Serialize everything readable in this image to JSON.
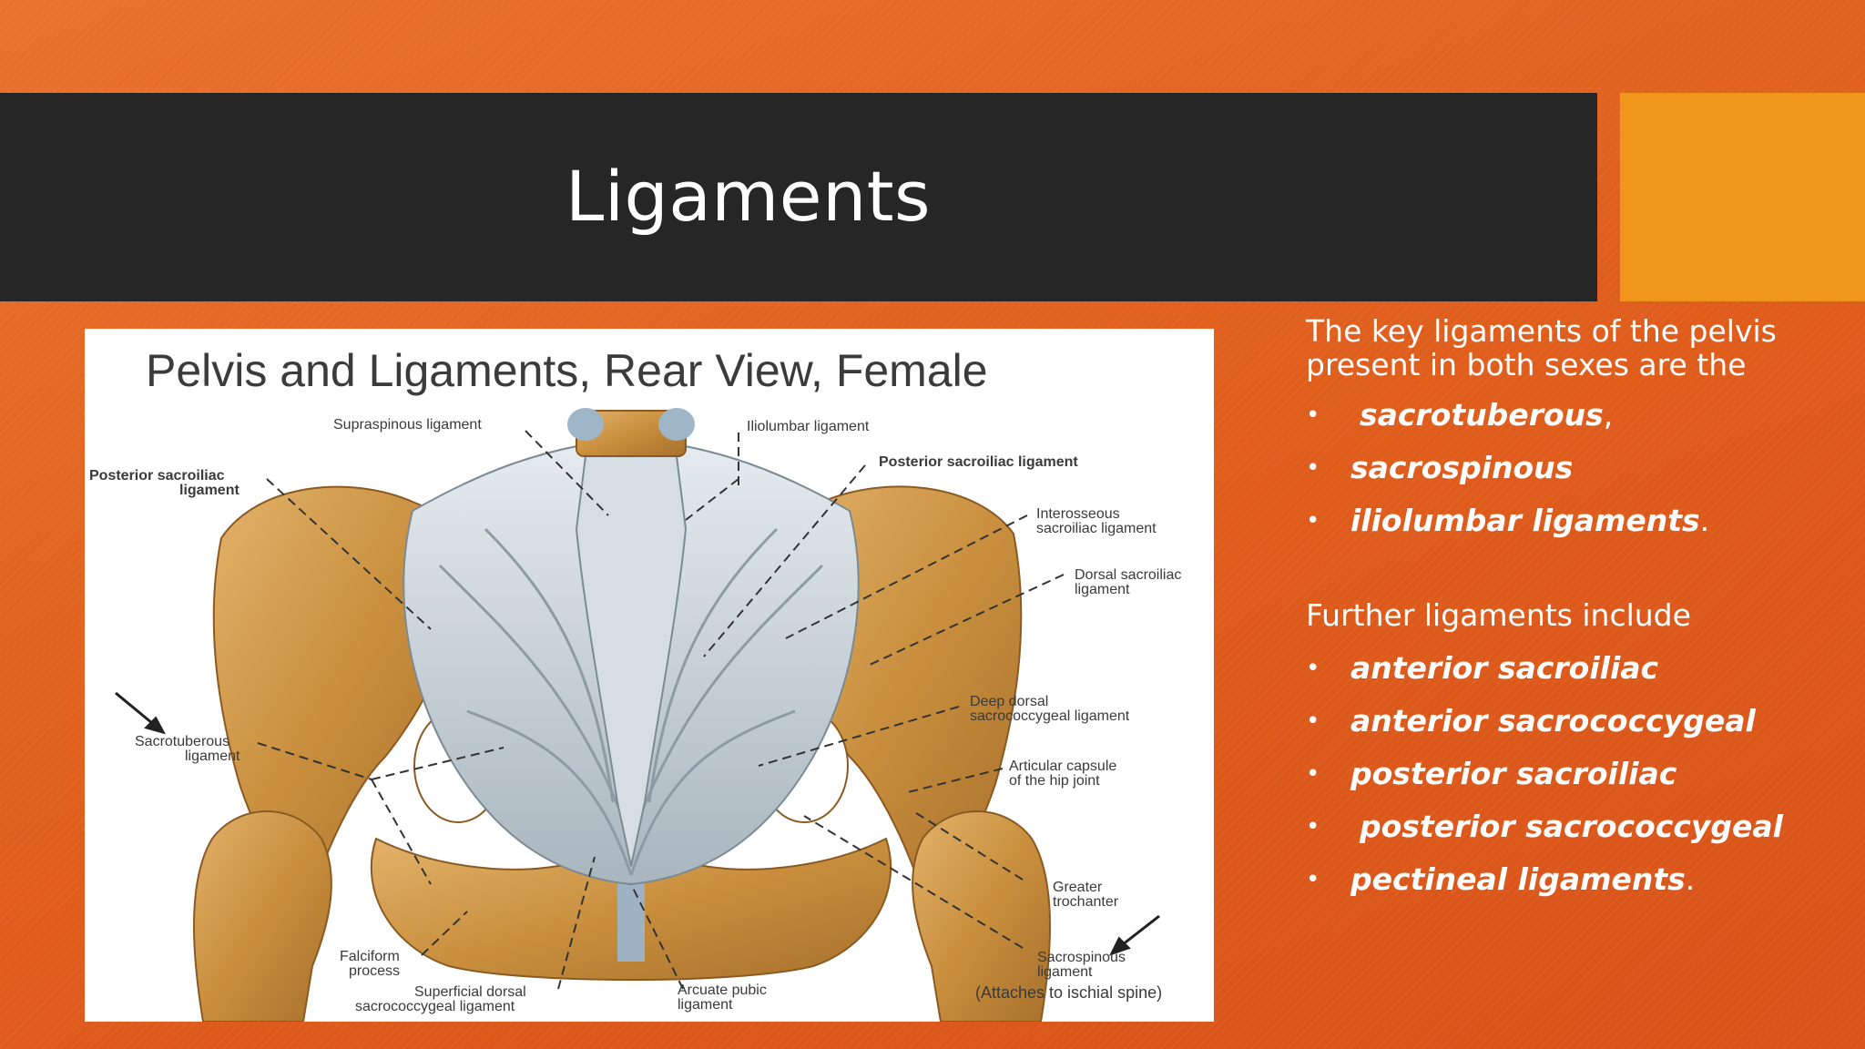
{
  "slide": {
    "title": "Ligaments",
    "colors": {
      "background": "#e0601d",
      "title_bar": "#262626",
      "accent_box": "#f0961a",
      "text": "#ffffff"
    }
  },
  "figure": {
    "title": "Pelvis and Ligaments, Rear View, Female",
    "labels": {
      "supraspinous": "Supraspinous ligament",
      "iliolumbar": "Iliolumbar ligament",
      "post_sacroiliac_left_1": "Posterior sacroiliac",
      "post_sacroiliac_left_2": "ligament",
      "post_sacroiliac_right": "Posterior sacroiliac ligament",
      "interosseous_1": "Interosseous",
      "interosseous_2": "sacroiliac ligament",
      "dorsal_sacroiliac_1": "Dorsal sacroiliac",
      "dorsal_sacroiliac_2": "ligament",
      "deep_dorsal_1": "Deep dorsal",
      "deep_dorsal_2": "sacrococcygeal ligament",
      "sacrotuberous_1": "Sacrotuberous",
      "sacrotuberous_2": "ligament",
      "articular_1": "Articular capsule",
      "articular_2": "of the hip joint",
      "greater_1": "Greater",
      "greater_2": "trochanter",
      "falciform_1": "Falciform",
      "falciform_2": "process",
      "superficial_1": "Superficial dorsal",
      "superficial_2": "sacrococcygeal ligament",
      "arcuate_1": "Arcuate pubic",
      "arcuate_2": "ligament",
      "sacrospinous_1": "Sacrospinous",
      "sacrospinous_2": "ligament",
      "attaches": "(Attaches to ischial spine)"
    }
  },
  "content": {
    "intro": "The key ligaments of the pelvis present in both sexes are the",
    "bullet_glyph": "•",
    "key_ligaments": [
      {
        "text": "sacrotuberous",
        "tail": ","
      },
      {
        "text": "sacrospinous",
        "tail": ""
      },
      {
        "text": "iliolumbar ligaments",
        "tail": "."
      }
    ],
    "further_intro": "Further ligaments include",
    "further_ligaments": [
      {
        "text": "anterior sacroiliac",
        "tail": ""
      },
      {
        "text": "anterior sacrococcygeal",
        "tail": ""
      },
      {
        "text": "posterior sacroiliac",
        "tail": ""
      },
      {
        "text": "posterior sacrococcygeal",
        "tail": ""
      },
      {
        "text": "pectineal ligaments",
        "tail": "."
      }
    ]
  }
}
